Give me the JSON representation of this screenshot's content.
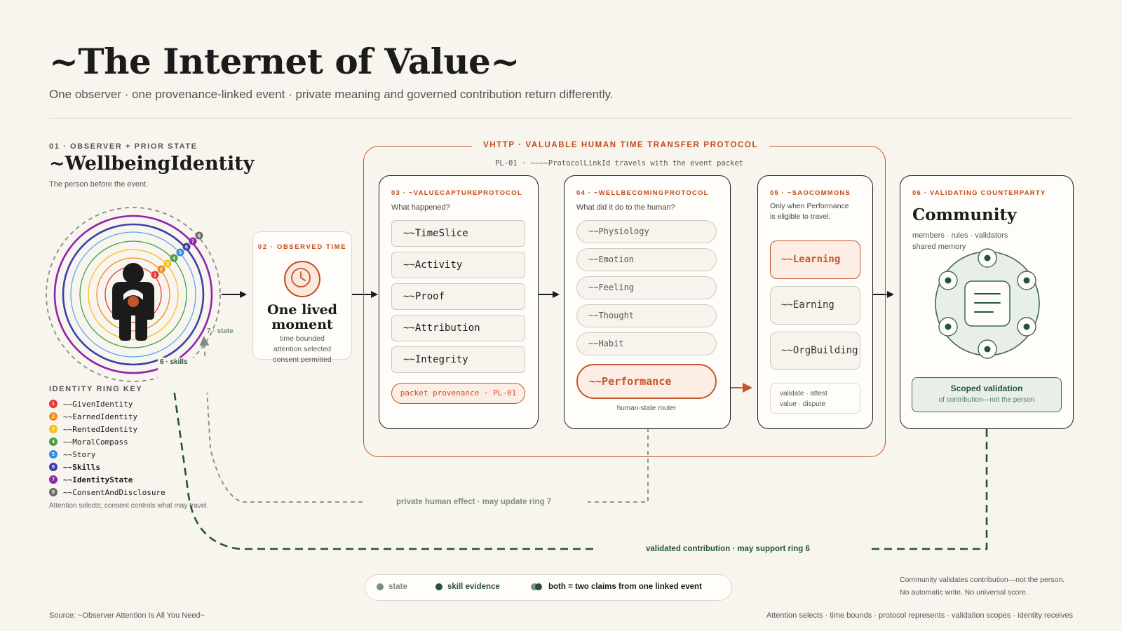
{
  "header": {
    "title": "~The Internet of Value~",
    "subtitle": "One observer · one provenance-linked event · private meaning and governed contribution return differently."
  },
  "section1": {
    "eyebrow": "01 · OBSERVER + PRIOR STATE",
    "title": "~WellbeingIdentity",
    "desc": "The person before the event.",
    "ring7_label": "7 · state",
    "ring6_label": "6 · skills",
    "ring_key_title": "IDENTITY RING KEY",
    "ring_note": "Attention selects; consent controls what may travel.",
    "ring_key": [
      {
        "num": "1",
        "label": "~~GivenIdentity",
        "color": "#e53935"
      },
      {
        "num": "2",
        "label": "~~EarnedIdentity",
        "color": "#f28c1b"
      },
      {
        "num": "3",
        "label": "~~RentedIdentity",
        "color": "#f2c21b"
      },
      {
        "num": "4",
        "label": "~~MoralCompass",
        "color": "#43a047"
      },
      {
        "num": "5",
        "label": "~~Story",
        "color": "#2e8fde"
      },
      {
        "num": "6",
        "label": "~~Skills",
        "color": "#3b3fa8"
      },
      {
        "num": "7",
        "label": "~~IdentityState",
        "color": "#8e24aa"
      },
      {
        "num": "8",
        "label": "~~ConsentAndDisclosure",
        "color": "#6b6b6b"
      }
    ]
  },
  "observed": {
    "eyebrow": "02 · OBSERVED TIME",
    "title_line1": "One lived",
    "title_line2": "moment",
    "line1": "time bounded",
    "line2": "attention selected",
    "line3": "consent permitted"
  },
  "protocol": {
    "label": "VHTTP · VALUABLE HUMAN TIME TRANSFER PROTOCOL",
    "sub": "PL-01 · ~~~~ProtocolLinkId travels with the event packet"
  },
  "vcp": {
    "head": "03 · ~VALUECAPTUREPROTOCOL",
    "question": "What happened?",
    "items": [
      "~~TimeSlice",
      "~~Activity",
      "~~Proof",
      "~~Attribution",
      "~~Integrity"
    ],
    "provenance": "packet provenance · PL-01"
  },
  "wbp": {
    "head": "04 · ~WELLBECOMINGPROTOCOL",
    "question": "What did it do to the human?",
    "items": [
      "~~Physiology",
      "~~Emotion",
      "~~Feeling",
      "~~Thought",
      "~~Habit"
    ],
    "highlight": "~~Performance",
    "router": "human-state router"
  },
  "sao": {
    "head": "05 · ~SAOCOMMONS",
    "desc_line1": "Only when Performance",
    "desc_line2": "is eligible to travel.",
    "highlight": "~~Learning",
    "items": [
      "~~Earning",
      "~~OrgBuilding"
    ],
    "note_line1": "validate · attest",
    "note_line2": "value · dispute"
  },
  "community": {
    "head": "06 · VALIDATING COUNTERPARTY",
    "title": "Community",
    "desc_line1": "members · rules · validators",
    "desc_line2": "shared memory",
    "scoped_title": "Scoped validation",
    "scoped_sub": "of contribution—not the person"
  },
  "flows": {
    "private": "private human effect · may update ring 7",
    "validated": "validated contribution · may support ring 6"
  },
  "legend": {
    "state": "state",
    "skill": "skill evidence",
    "both": "both = two claims from one linked event"
  },
  "notes": {
    "right_line1": "Community validates contribution—not the person.",
    "right_line2": "No automatic write. No universal score.",
    "source": "Source: ~Observer Attention Is All You Need~",
    "footer": "Attention selects · time bounds · protocol represents · validation scopes · identity receives"
  },
  "colors": {
    "accent": "#c4552b",
    "green_dark": "#23543a",
    "green_state": "#7a907e",
    "ink": "#1b1b1b",
    "paper": "#f8f5ef"
  }
}
